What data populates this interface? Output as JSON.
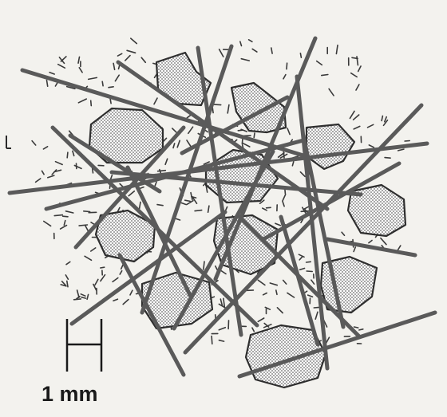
{
  "scale_bar": {
    "label": "1 mm"
  },
  "colors": {
    "paper": "#f3f2ee",
    "ink": "#3a3a3a",
    "fiber": "#555555",
    "particle_fill": "#8a8a8a"
  },
  "components": {
    "fibers": "long-rods",
    "aggregates": "stippled-polygons",
    "fines": "short-dashes"
  }
}
